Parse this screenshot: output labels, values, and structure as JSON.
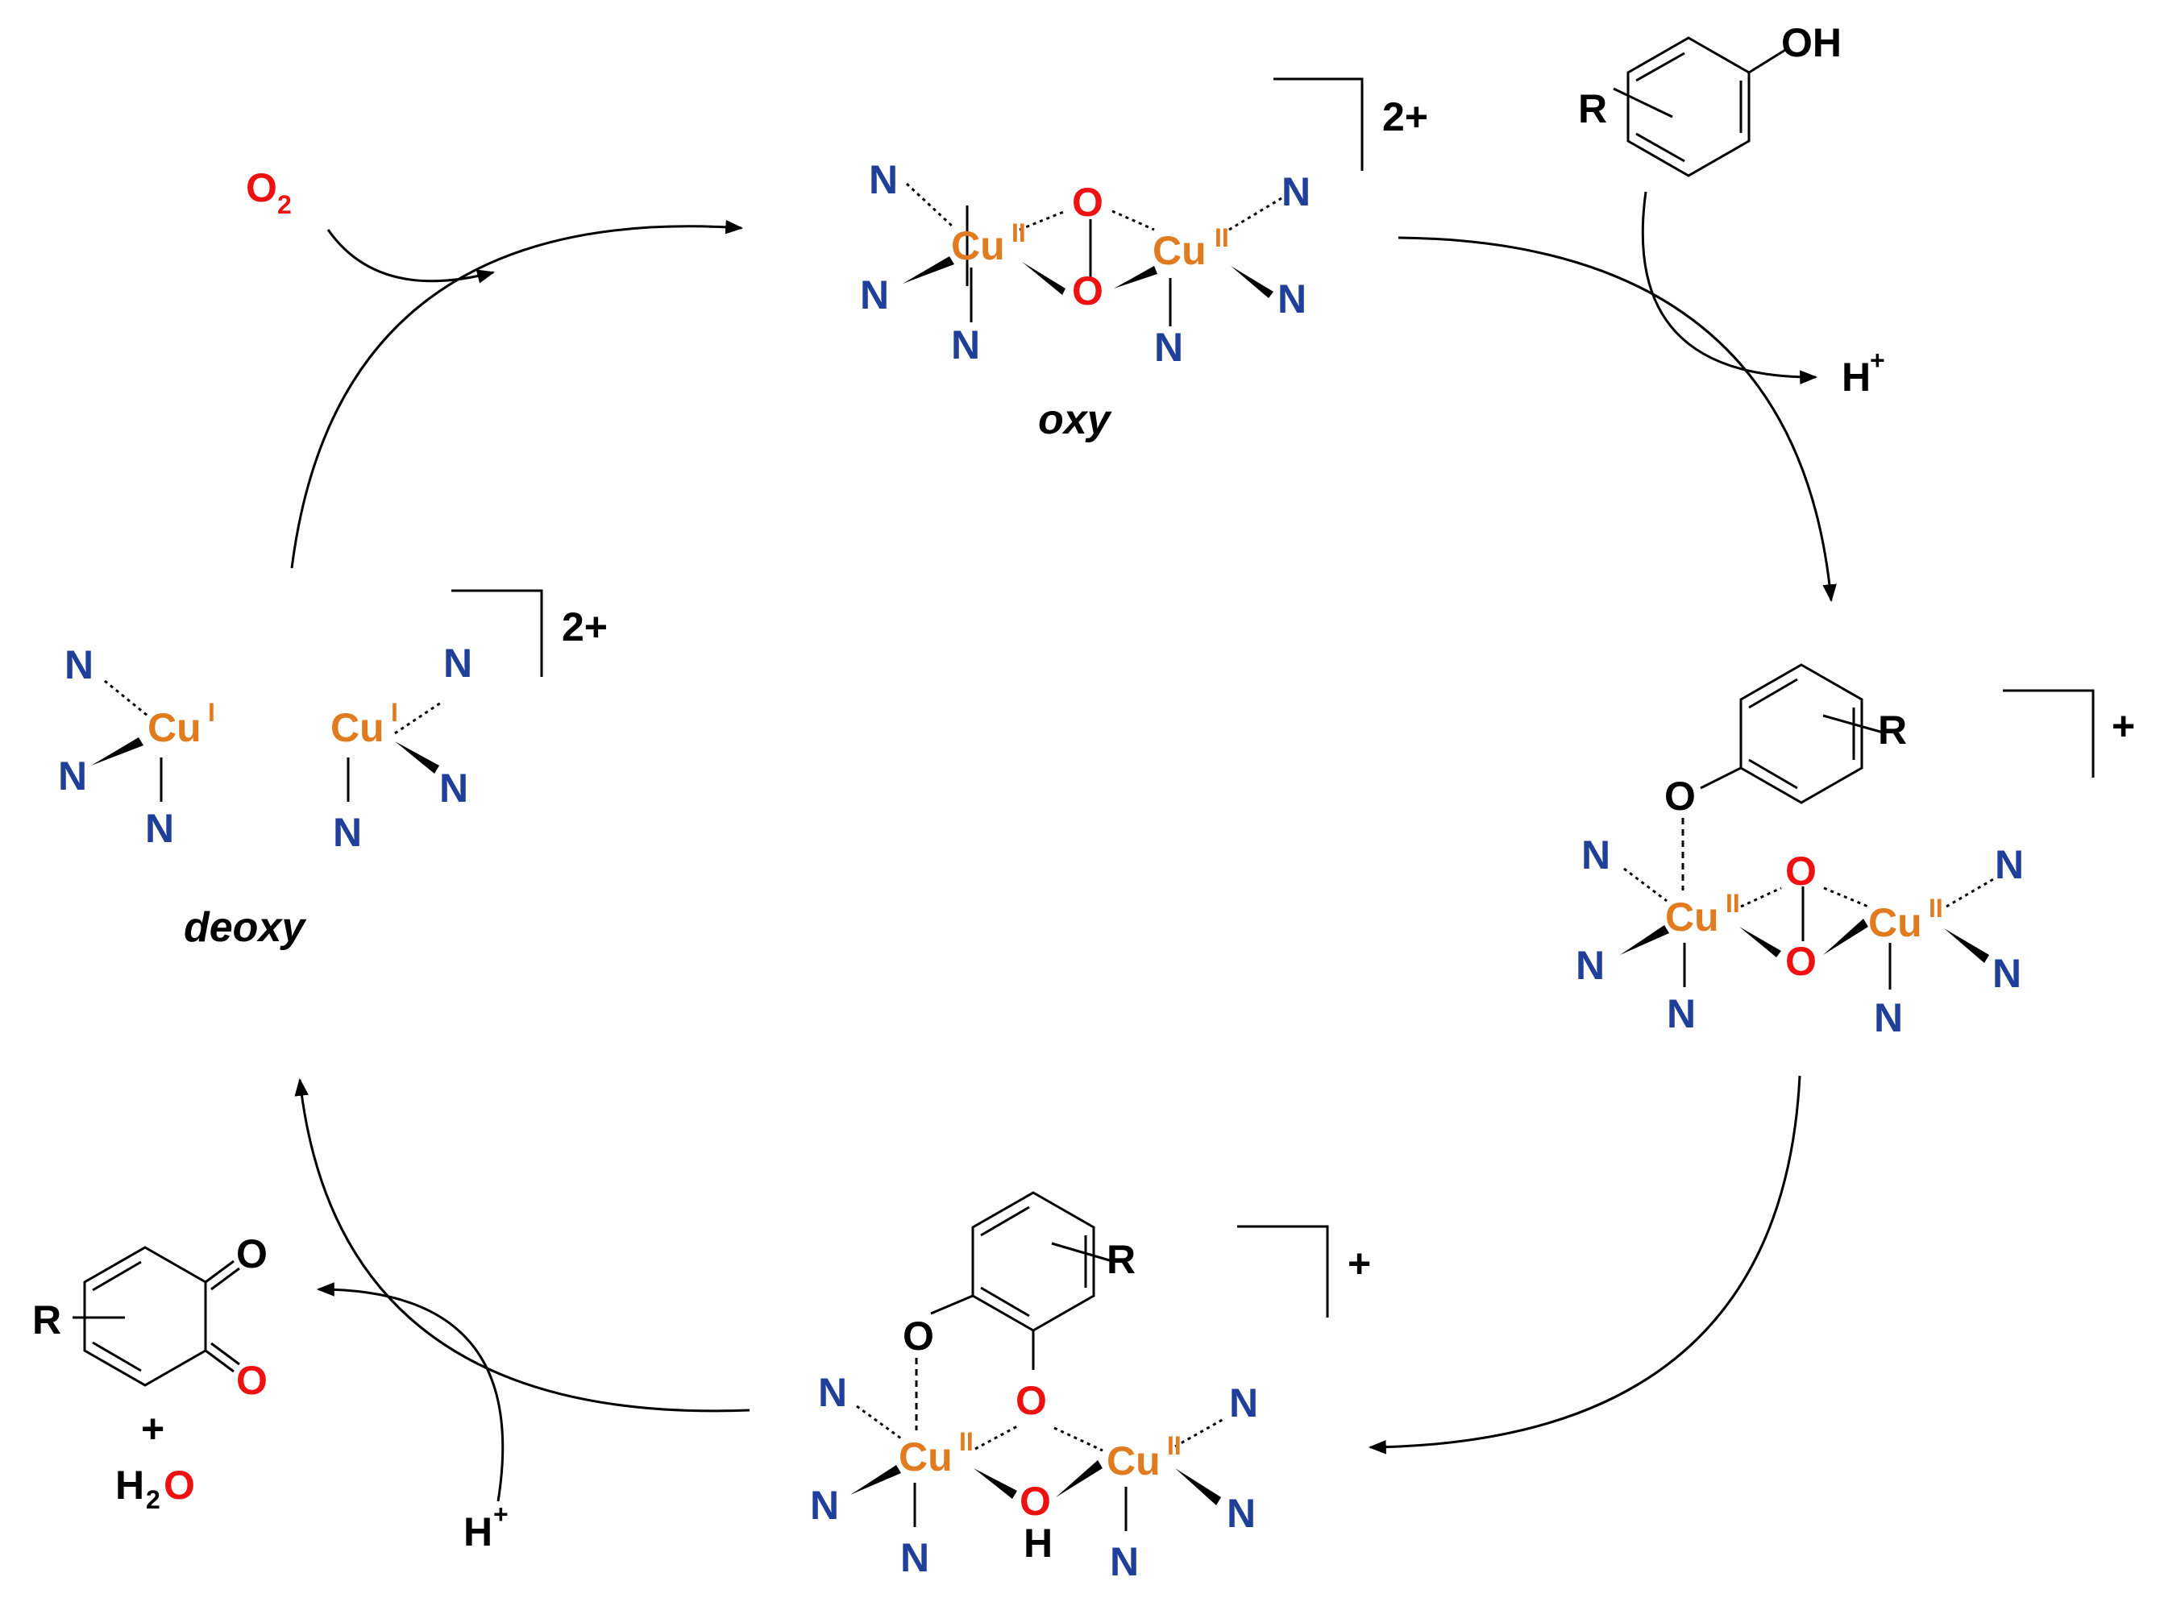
{
  "atoms": {
    "N": "N",
    "O": "O",
    "Cu": "Cu",
    "H": "H",
    "R": "R",
    "OH": "OH",
    "ox_I": "I",
    "ox_II": "II"
  },
  "species": {
    "oxy": {
      "name": "oxy",
      "charge": "2+"
    },
    "deoxy": {
      "name": "deoxy",
      "charge": "2+"
    },
    "phenoxide": {
      "charge": "+"
    },
    "catecholate": {
      "charge": "+"
    }
  },
  "reagents": {
    "o2": {
      "symbol": "O",
      "sub": "2"
    },
    "proton_out": {
      "symbol": "H",
      "sup": "+"
    },
    "proton_in": {
      "symbol": "H",
      "sup": "+"
    },
    "water": {
      "h": "H",
      "sub": "2",
      "o": "O"
    },
    "plus": "+"
  },
  "colors": {
    "nitrogen": "#1f3f99",
    "copper": "#e07b20",
    "oxygen": "#ee1111",
    "bond": "#000000"
  }
}
